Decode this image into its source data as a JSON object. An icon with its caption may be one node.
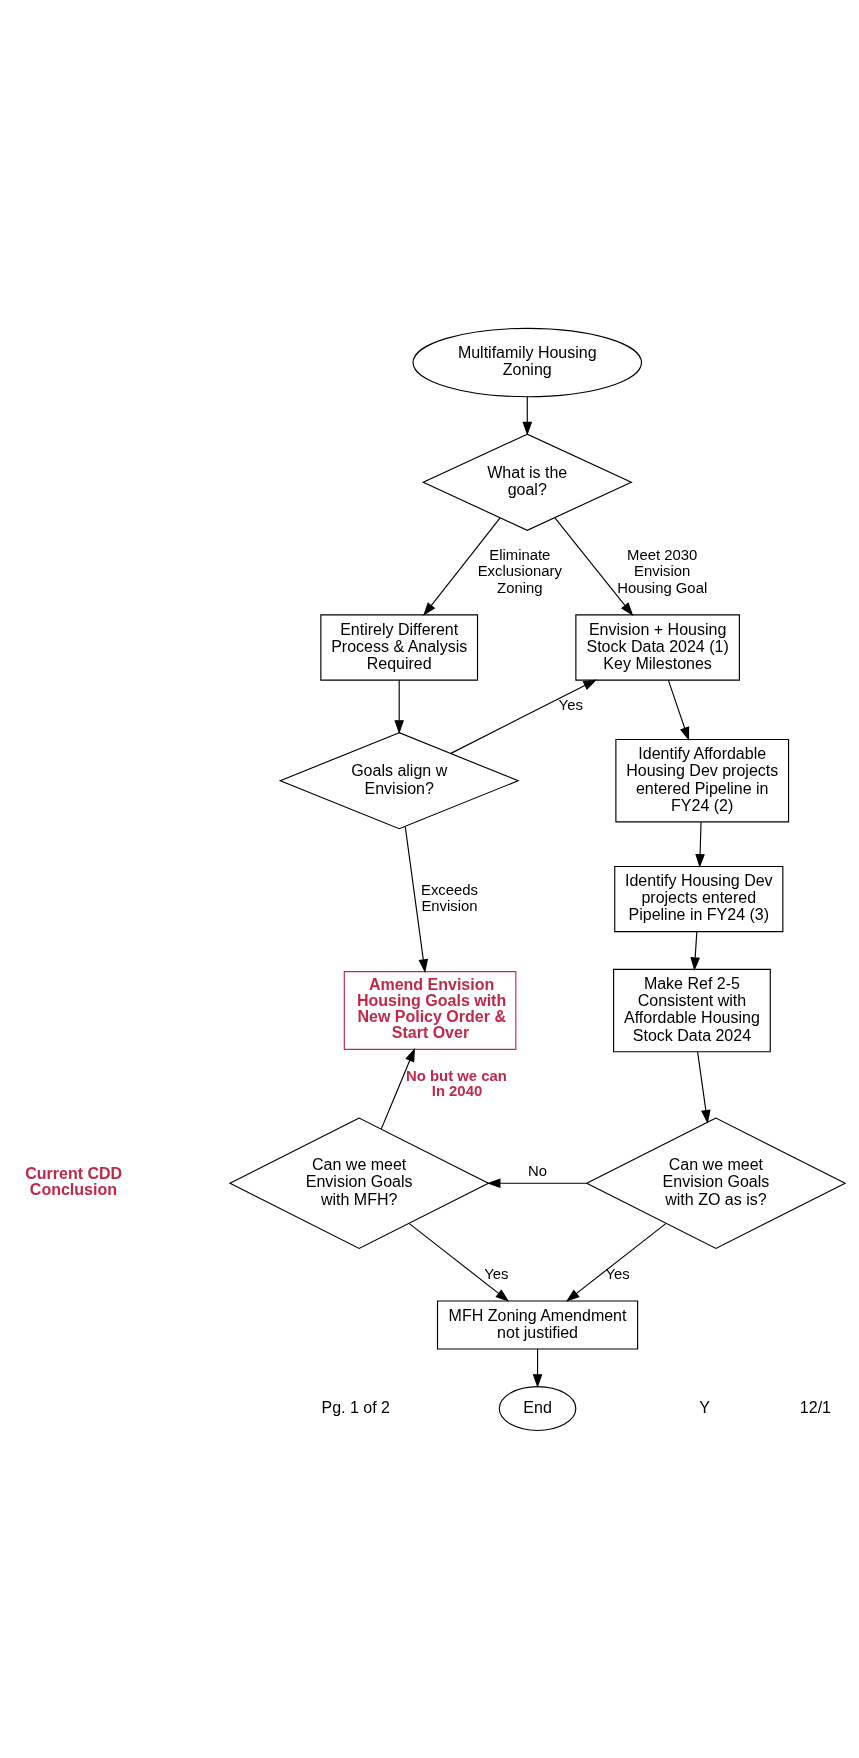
{
  "diagram": {
    "nodes": [
      {
        "text": [
          "Multifamily Housing Zoning"
        ]
      },
      {
        "text": [
          "What is the goal?"
        ]
      },
      {
        "text": [
          "Entirely Different Process & Analysis Required"
        ]
      },
      {
        "text": [
          "Envision + Housing Stock Data 2024 (1) Key Milestones"
        ]
      },
      {
        "text": [
          "Goals align w Envision?"
        ]
      },
      {
        "text": [
          "Identify Affordable Housing Dev projects entered Pipeline in FY24 (2)"
        ]
      },
      {
        "text": [
          "Identify Housing Dev projects entered Pipeline in FY24 (3)"
        ]
      },
      {
        "text": [
          "Amend Envision Housing Goals with New Policy Order & Start Over"
        ]
      },
      {
        "text": [
          "Make Ref 2-5 Consistent with Affordable Housing Stock Data 2024"
        ]
      },
      {
        "text": [
          "Can we meet Envision Goals with MFH?"
        ]
      },
      {
        "text": [
          "Can we meet Envision Goals with ZO as is?"
        ]
      },
      {
        "text": [
          "MFH Zoning Amendment not justified"
        ]
      },
      {
        "text": [
          "End"
        ]
      }
    ],
    "edges": [
      {
        "from": 0,
        "to": 1,
        "arrow": "to"
      },
      {
        "from": 1,
        "to": 2,
        "arrow": "to",
        "label": "Eliminate Exclusionary Zoning"
      },
      {
        "from": 1,
        "to": 3,
        "arrow": "to",
        "label": "Meet 2030 Envision Housing Goal"
      },
      {
        "from": 2,
        "to": 4,
        "arrow": "to"
      },
      {
        "from": 4,
        "to": 3,
        "arrow": "to",
        "label": "Yes"
      },
      {
        "from": 4,
        "to": 7,
        "arrow": "to",
        "label": "Exceeds Envision"
      },
      {
        "from": 3,
        "to": 5,
        "arrow": "to"
      },
      {
        "from": 5,
        "to": 6,
        "arrow": "to"
      },
      {
        "from": 6,
        "to": 8,
        "arrow": "to"
      },
      {
        "from": 8,
        "to": 10,
        "arrow": "to"
      },
      {
        "from": 10,
        "to": 9,
        "arrow": "to",
        "label": "No"
      },
      {
        "from": 10,
        "to": 11,
        "arrow": "to",
        "label": "Yes"
      },
      {
        "from": 9,
        "to": 7,
        "arrow": "to",
        "label": "No but we can In 2040"
      },
      {
        "from": 9,
        "to": 11,
        "arrow": "to",
        "label": "Yes"
      },
      {
        "from": 11,
        "to": 12,
        "arrow": "to"
      }
    ],
    "labels": [
      "Current CDD Conclusion",
      "Pg. 1 of 2",
      "Y",
      "12/1"
    ]
  }
}
